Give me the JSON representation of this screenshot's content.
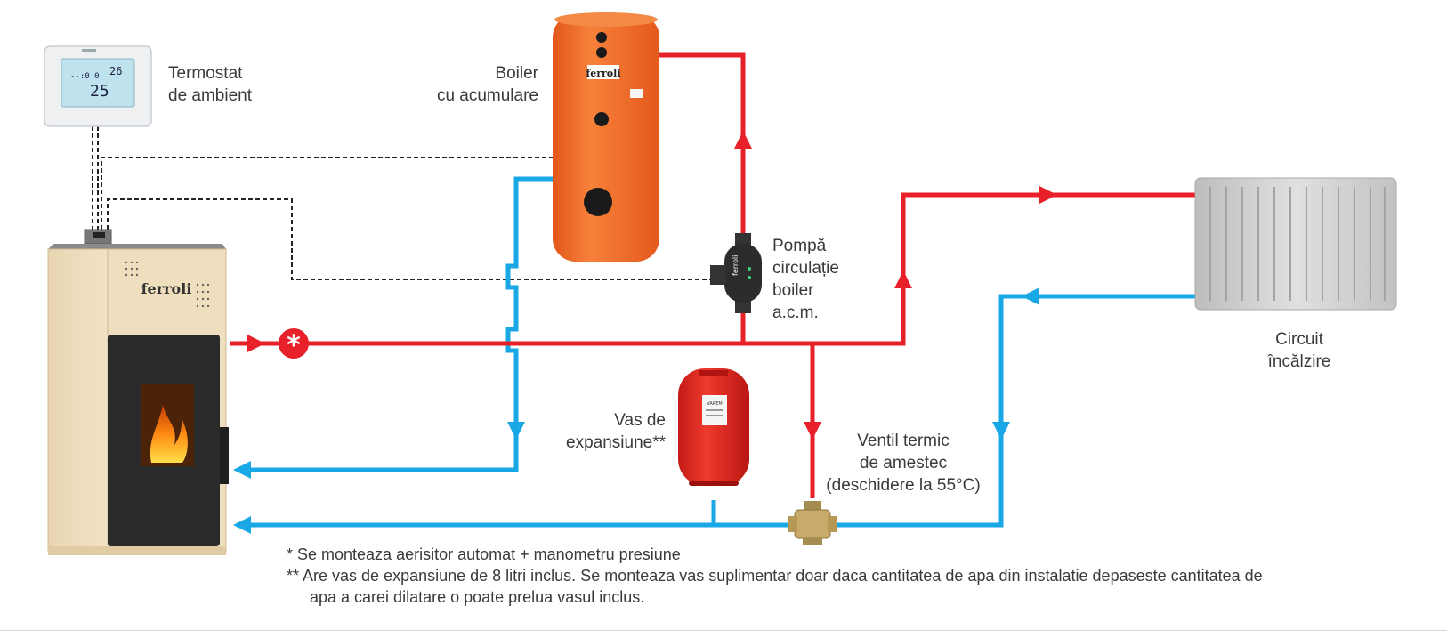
{
  "labels": {
    "thermostat": [
      "Termostat",
      "de ambient"
    ],
    "boiler": [
      "Boiler",
      "cu acumulare"
    ],
    "pump": [
      "Pompă",
      "circulație",
      "boiler",
      "a.c.m."
    ],
    "circuit": [
      "Circuit",
      "încălzire"
    ],
    "expansion": [
      "Vas de",
      "expansiune**"
    ],
    "valve": [
      "Ventil termic",
      "de amestec",
      "(deschidere la 55°C)"
    ]
  },
  "thermostat_display": {
    "left": "--:0 0",
    "temp_set": "26",
    "temp_room": "25"
  },
  "brand": "ferroli",
  "expansion_tank_label": "VAREM",
  "notes": [
    "*  Se monteaza aerisitor automat + manometru presiune",
    "** Are vas de expansiune de 8 litri inclus. Se monteaza vas suplimentar doar daca cantitatea de apa din instalatie depaseste cantitatea de",
    "apa a carei dilatare o poate prelua vasul inclus."
  ],
  "colors": {
    "hot_pipe": "#e8202a",
    "cold_pipe": "#1aa7e6",
    "control_wire": "#222222",
    "boiler_body": "#f26a21",
    "stove_body": "#f3e3c6",
    "stove_door": "#2a2a2a",
    "radiator": "#d0d0d0",
    "expansion_tank": "#e0241f"
  }
}
